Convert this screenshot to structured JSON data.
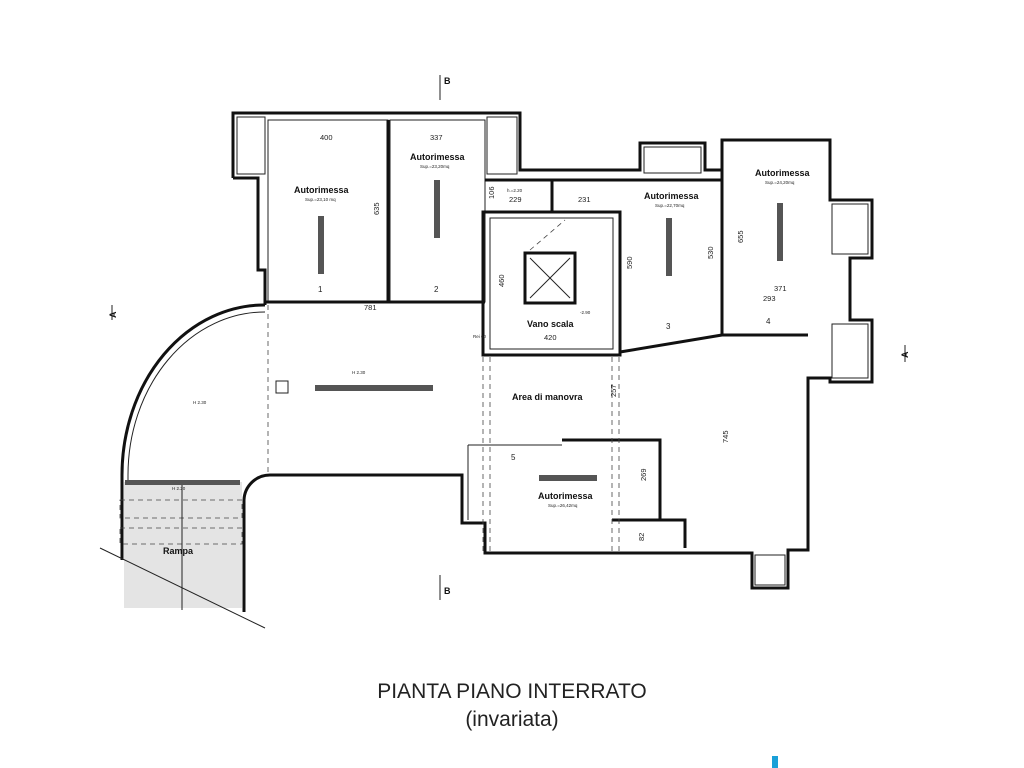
{
  "drawing": {
    "title": "PIANTA PIANO INTERRATO",
    "subtitle": "(invariata)",
    "section_marks": {
      "a": "A",
      "b": "B"
    },
    "rooms": [
      {
        "number": "1",
        "name": "Autorimessa",
        "area": "Sup.=23,10 mq"
      },
      {
        "number": "2",
        "name": "Autorimessa",
        "area": "Sup.=23,20mq"
      },
      {
        "number": "3",
        "name": "Autorimessa",
        "area": "Sup.=22,70mq"
      },
      {
        "number": "4",
        "name": "Autorimessa",
        "area": "Sup.=24,20mq"
      },
      {
        "number": "5",
        "name": "Autorimessa",
        "area": "Sup.=26,42mq"
      }
    ],
    "stair": {
      "name": "Vano scala",
      "level": "-2.90",
      "door": "Rei 60",
      "height": "h.=2.20"
    },
    "maneuver_area": "Area di manovra",
    "ramp": "Rampa",
    "heights": {
      "main": "H 2.30",
      "curve": "H 2.30",
      "ramp": "H 2.20"
    },
    "dimensions": {
      "d400": "400",
      "d337": "337",
      "d635": "635",
      "d781": "781",
      "d106": "106",
      "d229": "229",
      "d231": "231",
      "d590": "590",
      "d530": "530",
      "d655": "655",
      "d371": "371",
      "d293": "293",
      "d460": "460",
      "d420": "420",
      "d257": "257",
      "d745": "745",
      "d269": "269",
      "d82": "82"
    }
  }
}
